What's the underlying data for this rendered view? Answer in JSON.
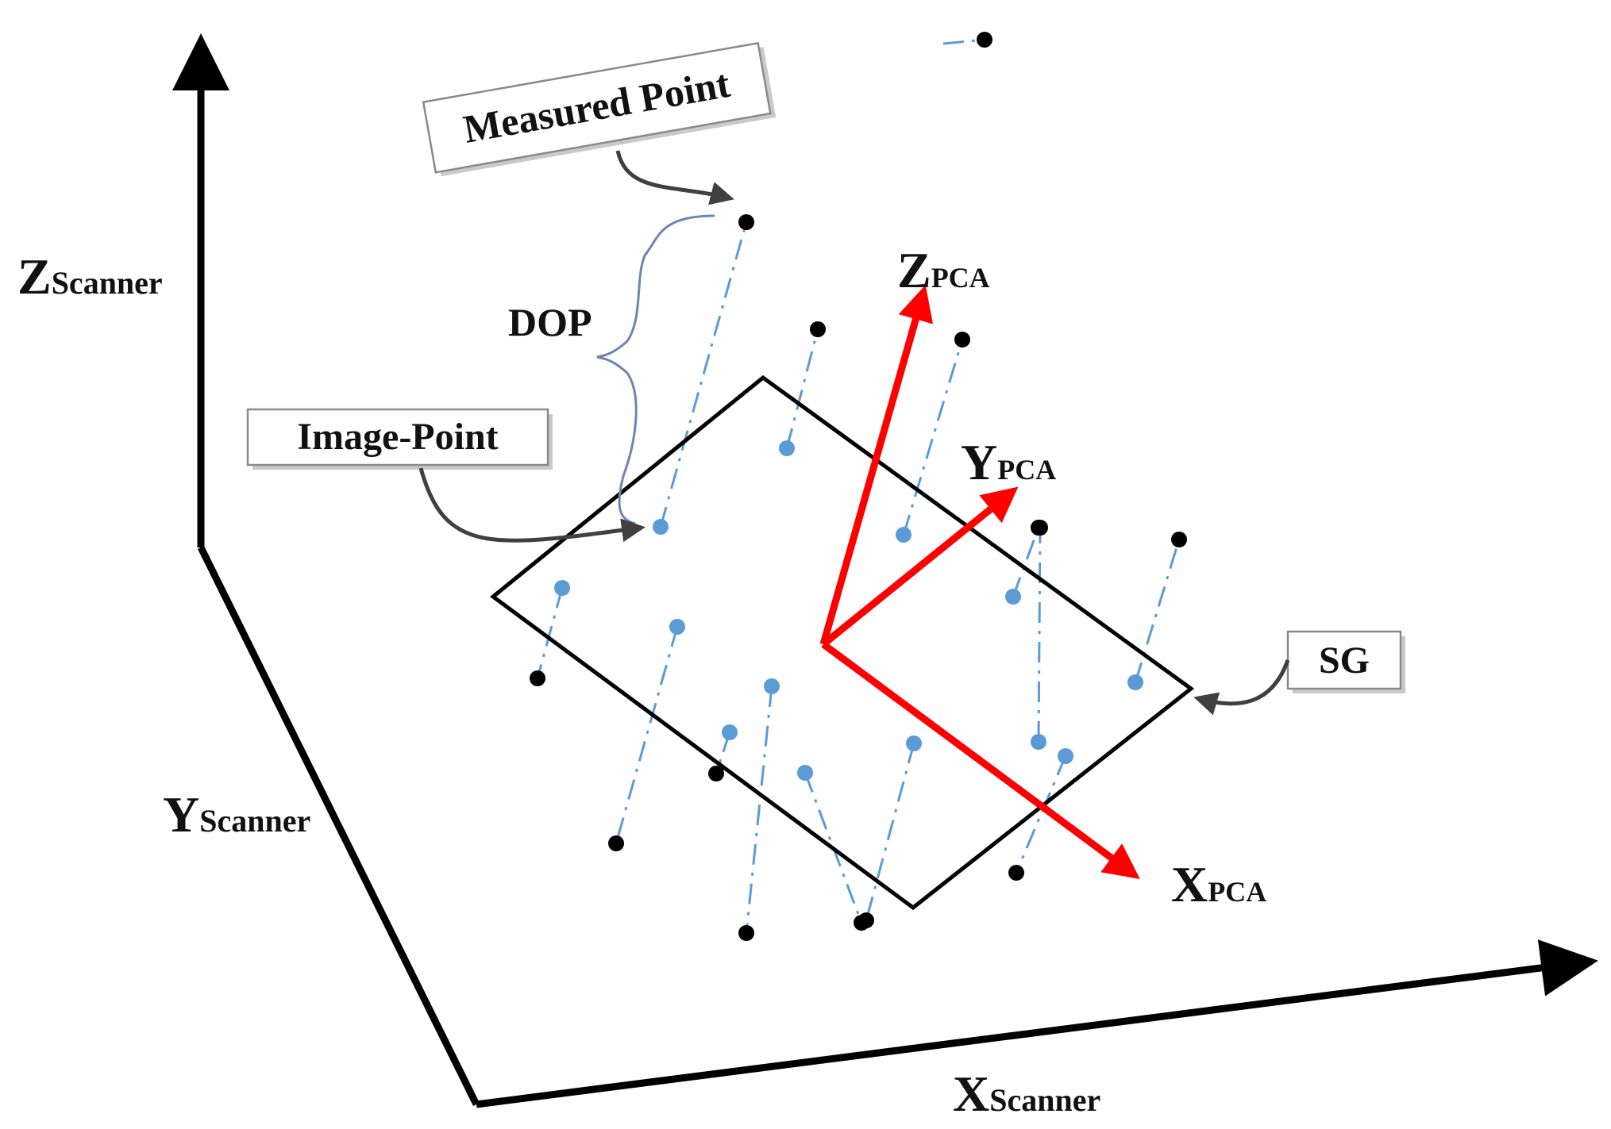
{
  "colors": {
    "axis": "#000000",
    "plane": "#000000",
    "pca_axis": "#ff0000",
    "image_point": "#5b9bd5",
    "measured_point": "#000000",
    "callout_arrow": "#404040",
    "brace": "#6d86b0"
  },
  "scanner_axes": {
    "z_main": "Z",
    "z_sub": "Scanner",
    "y_main": "Y",
    "y_sub": "Scanner",
    "x_main": "X",
    "x_sub": "Scanner"
  },
  "pca_axes": {
    "z_main": "Z",
    "z_sub": "PCA",
    "y_main": "Y",
    "y_sub": "PCA",
    "x_main": "X",
    "x_sub": "PCA"
  },
  "callouts": {
    "measured_point": "Measured Point",
    "image_point": "Image-Point",
    "sg": "SG",
    "dop": "DOP"
  }
}
